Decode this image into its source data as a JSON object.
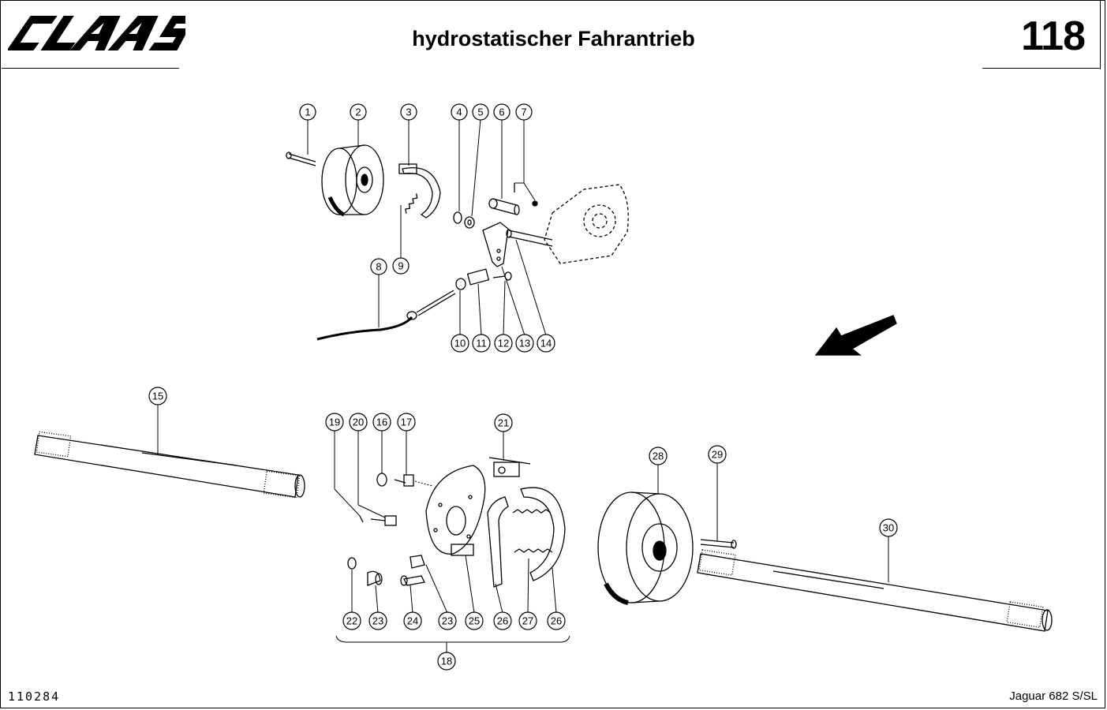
{
  "header": {
    "brand": "CLAAS",
    "title": "hydrostatischer Fahrantrieb",
    "page_number": "118"
  },
  "footer": {
    "drawing_code": "110284",
    "model": "Jaguar 682 S/SL"
  },
  "callouts": {
    "c1": "1",
    "c2": "2",
    "c3": "3",
    "c4": "4",
    "c5": "5",
    "c6": "6",
    "c7": "7",
    "c8": "8",
    "c9": "9",
    "c10": "10",
    "c11": "11",
    "c12": "12",
    "c13": "13",
    "c14": "14",
    "c15": "15",
    "c16": "16",
    "c17": "17",
    "c18": "18",
    "c19": "19",
    "c20": "20",
    "c21": "21",
    "c22": "22",
    "c23a": "23",
    "c23b": "23",
    "c24": "24",
    "c25": "25",
    "c26a": "26",
    "c26b": "26",
    "c27": "27",
    "c28": "28",
    "c29": "29",
    "c30": "30"
  }
}
